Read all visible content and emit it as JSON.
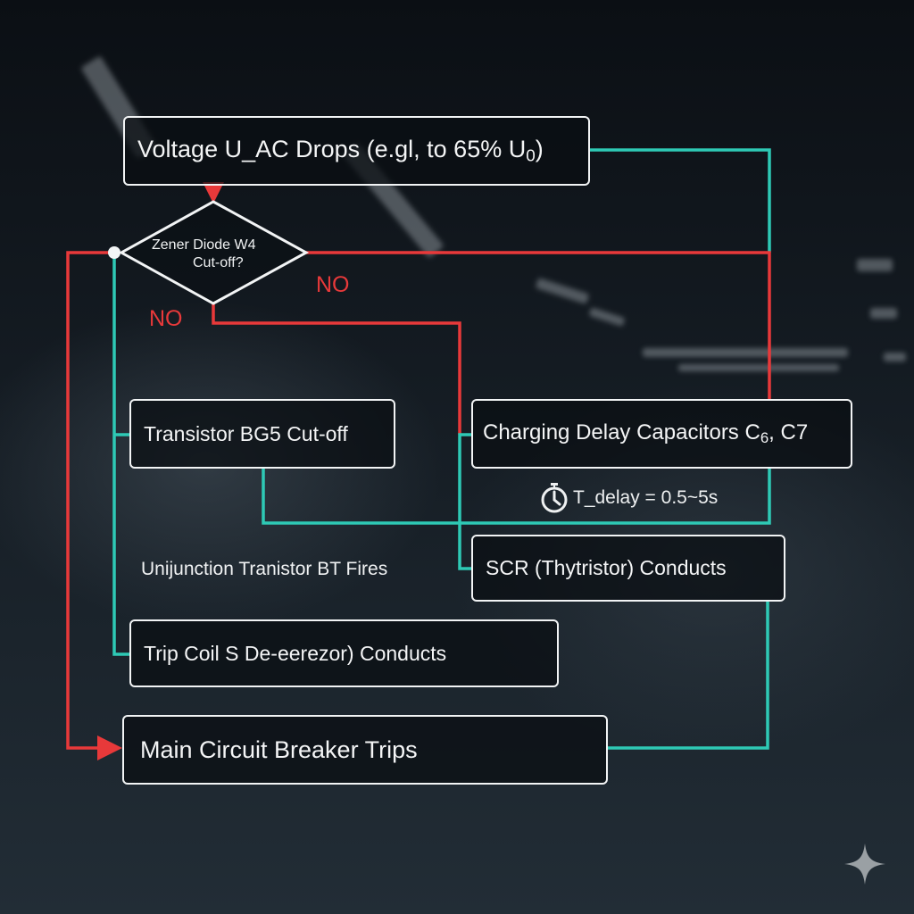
{
  "diagram": {
    "nodes": {
      "voltage_drop": {
        "label": "Voltage U_AC Drops (e.gl, to 65% U",
        "sub": "0",
        "tail": ")"
      },
      "zener_decision": {
        "line1": "Zener Diode W4",
        "line2": "Cut-off?"
      },
      "transistor_bg5": {
        "label": "Transistor BG5 Cut-off"
      },
      "charging_caps": {
        "label": "Charging Delay Capacitors C",
        "sub": "6",
        "tail": ", C7"
      },
      "timer": {
        "label": "T_delay = 0.5~5s",
        "icon": "stopwatch-icon"
      },
      "ujt_fires": {
        "label": "Unijunction Tranistor BT Fires"
      },
      "scr_conducts": {
        "label": "SCR (Thytristor) Conducts"
      },
      "trip_coil": {
        "label": "Trip Coil S De-eerezor) Conducts"
      },
      "breaker_trips": {
        "label": "Main Circuit Breaker Trips"
      }
    },
    "branch_labels": {
      "no_right": "NO",
      "no_left": "NO"
    },
    "colors": {
      "red_path": "#e8393a",
      "teal_path": "#2ec9b5",
      "box_border": "#f2f4f5",
      "text": "#f4f5f6"
    },
    "corner_icon": "sparkle-icon"
  }
}
